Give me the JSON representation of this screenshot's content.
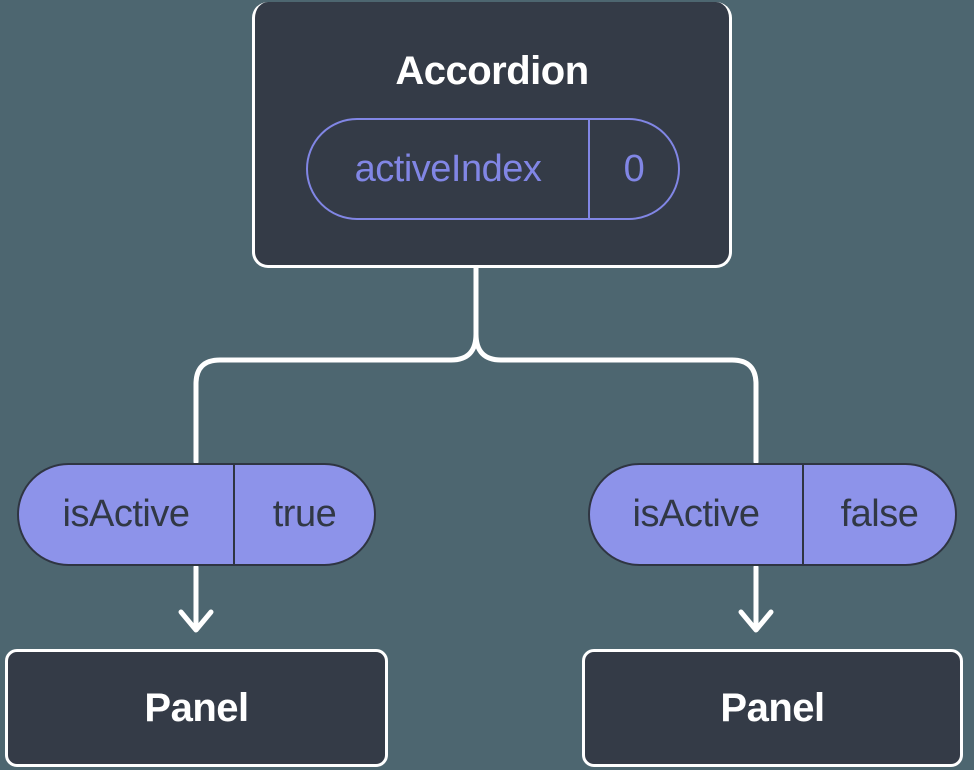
{
  "diagram": {
    "root": {
      "title": "Accordion",
      "state": {
        "name": "activeIndex",
        "value": "0"
      }
    },
    "children": [
      {
        "prop": {
          "name": "isActive",
          "value": "true"
        },
        "node": {
          "title": "Panel"
        }
      },
      {
        "prop": {
          "name": "isActive",
          "value": "false"
        },
        "node": {
          "title": "Panel"
        }
      }
    ],
    "colors": {
      "background": "#4D6670",
      "node_fill": "#343B47",
      "node_border": "#FFFFFF",
      "state_pill_outline": "#8186E5",
      "state_pill_text": "#8186E5",
      "prop_pill_fill": "#8D93EA",
      "prop_pill_border": "#2F3542",
      "prop_pill_text": "#313845",
      "connector": "#FFFFFF"
    }
  }
}
